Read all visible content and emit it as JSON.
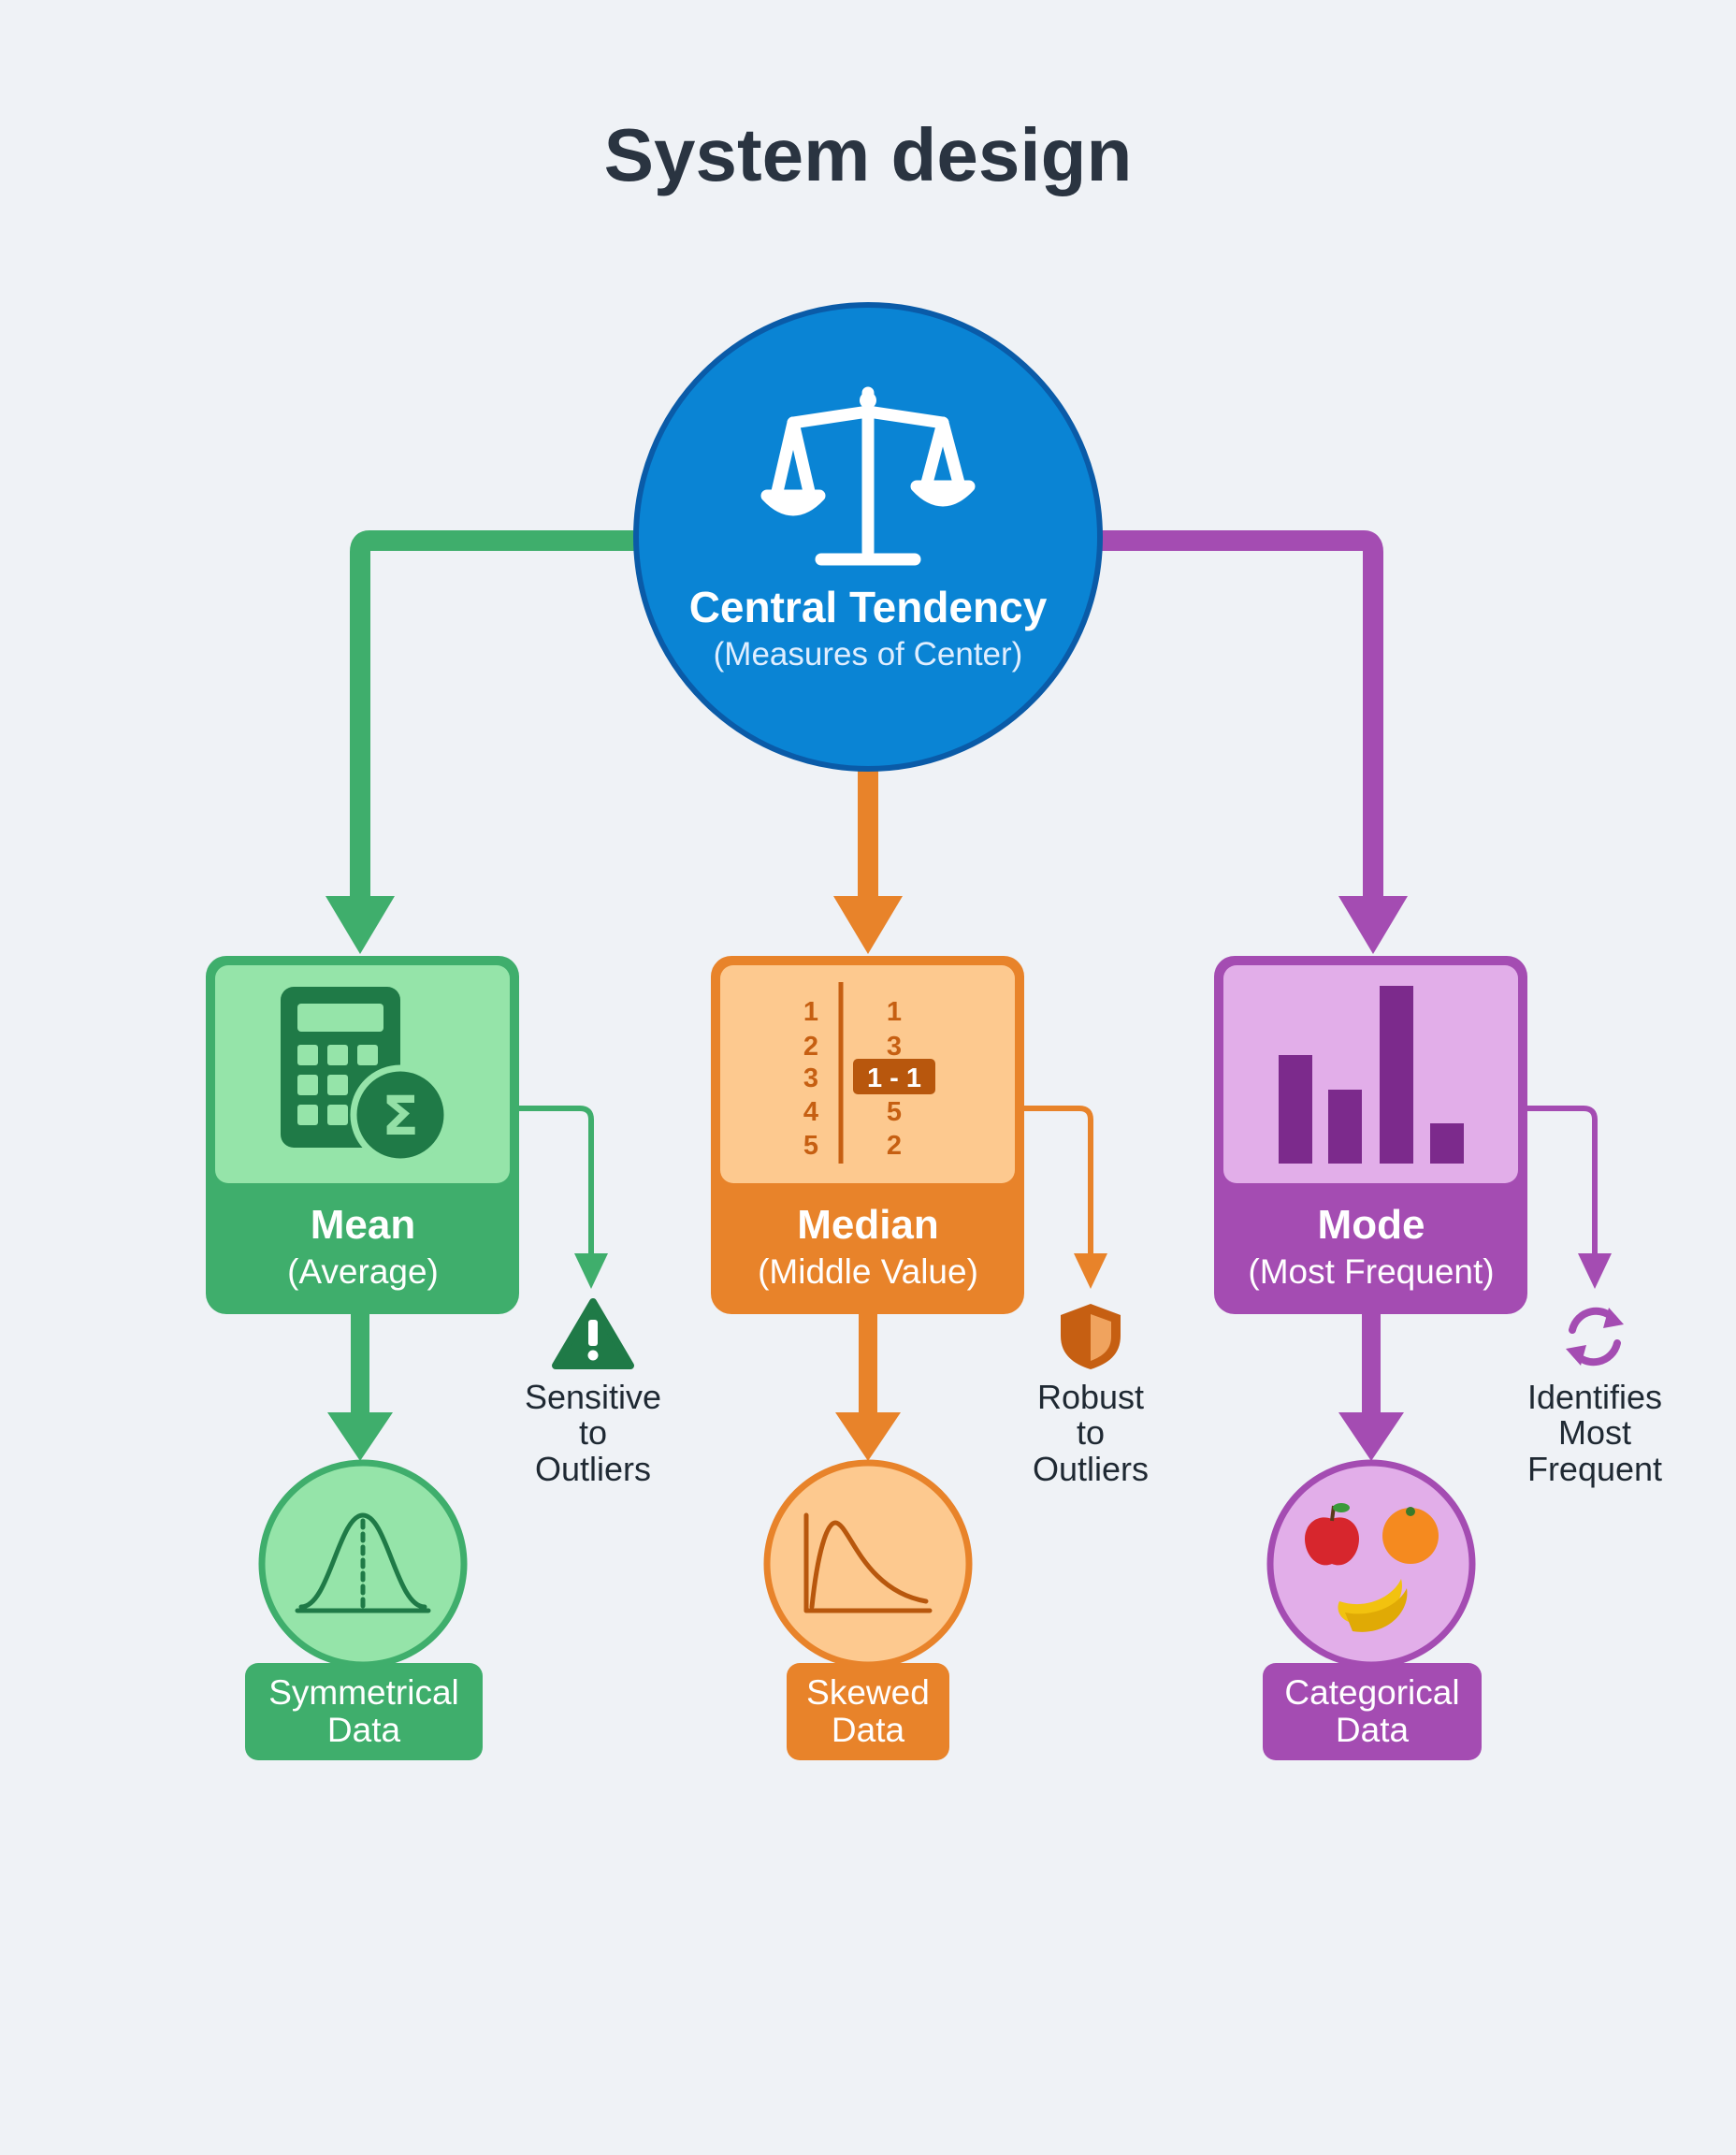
{
  "title": "System design",
  "hub": {
    "title": "Central Tendency",
    "subtitle": "(Measures of Center)",
    "icon": "balance-scale-icon"
  },
  "cards": {
    "mean": {
      "title": "Mean",
      "subtitle": "(Average)",
      "icon": "calculator-sigma-icon",
      "sigma": "Σ",
      "note": [
        "Sensitive",
        "to",
        "Outliers"
      ],
      "note_icon": "warning-icon",
      "data_label": [
        "Symmetrical",
        "Data"
      ],
      "data_icon": "bell-curve-icon",
      "color": "#3fae6c"
    },
    "median": {
      "title": "Median",
      "subtitle": "(Middle Value)",
      "icon": "sorted-numbers-icon",
      "numbers_left": [
        "1",
        "2",
        "3",
        "4",
        "5"
      ],
      "numbers_right": [
        "1",
        "3",
        "1 - 1",
        "5",
        "2"
      ],
      "note": [
        "Robust",
        "to",
        "Outliers"
      ],
      "note_icon": "shield-icon",
      "data_label": [
        "Skewed",
        "Data"
      ],
      "data_icon": "skewed-curve-icon",
      "color": "#e8832a"
    },
    "mode": {
      "title": "Mode",
      "subtitle": "(Most Frequent)",
      "icon": "bar-chart-icon",
      "note": [
        "Identifies",
        "Most",
        "Frequent"
      ],
      "note_icon": "refresh-icon",
      "data_label": [
        "Categorical",
        "Data"
      ],
      "data_icon": "fruits-icon",
      "color": "#a44cb2"
    }
  },
  "colors": {
    "hub": "#0a84d4",
    "green": "#3fae6c",
    "orange": "#e8832a",
    "purple": "#a44cb2"
  }
}
